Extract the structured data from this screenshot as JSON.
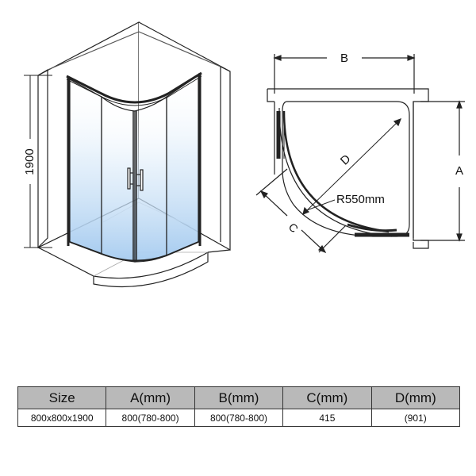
{
  "diagram": {
    "height_label": "1900",
    "dim_b": "B",
    "dim_a": "A",
    "dim_d": "D",
    "dim_c": "C",
    "radius": "R550mm"
  },
  "table": {
    "headers": [
      "Size",
      "A(mm)",
      "B(mm)",
      "C(mm)",
      "D(mm)"
    ],
    "rows": [
      [
        "800x800x1900",
        "800(780-800)",
        "800(780-800)",
        "415",
        "(901)"
      ]
    ]
  },
  "colors": {
    "glass_tint": "#a9cdf0",
    "header_fill": "#b9b9b9",
    "line": "#222222"
  }
}
